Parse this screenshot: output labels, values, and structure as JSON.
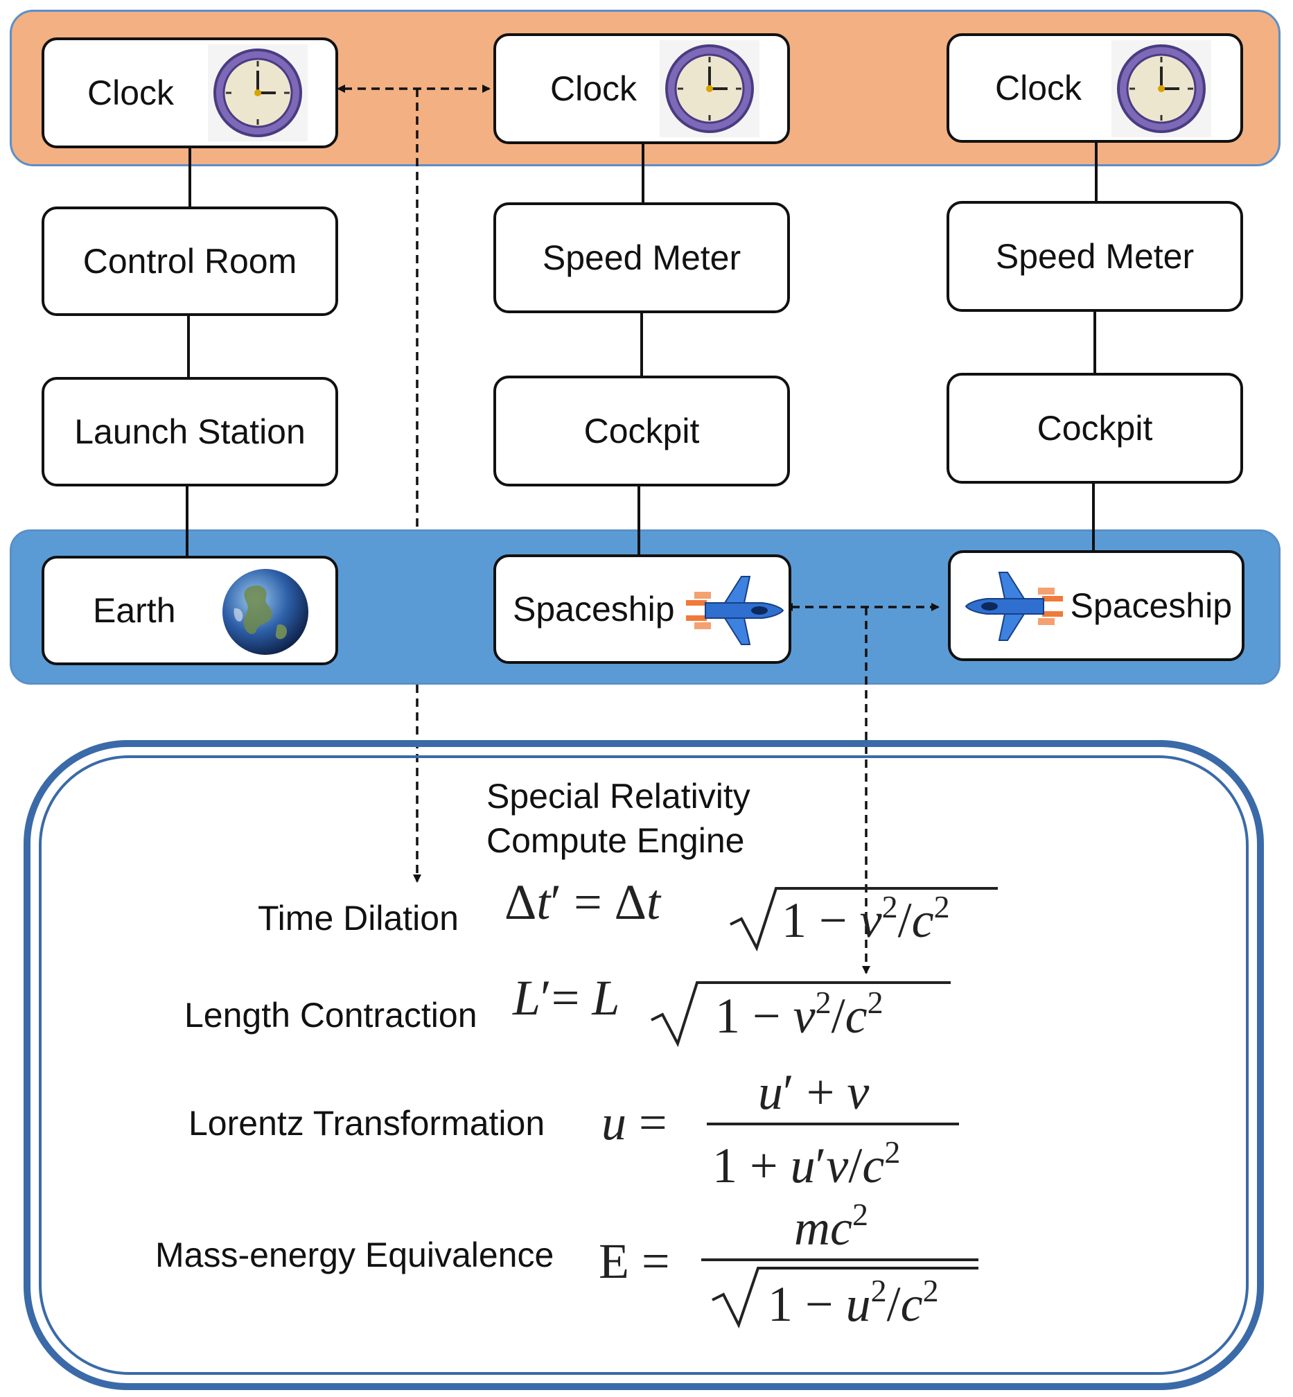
{
  "colors": {
    "band_top": "#f2b083",
    "band_bottom": "#5b9bd5",
    "engine_border": "#3a6aa8"
  },
  "top_row": {
    "clock1": {
      "label": "Clock",
      "icon": "clock-icon"
    },
    "clock2": {
      "label": "Clock",
      "icon": "clock-icon"
    },
    "clock3": {
      "label": "Clock",
      "icon": "clock-icon"
    }
  },
  "column1": {
    "mid": "Control Room",
    "low": "Launch Station",
    "base": "Earth",
    "base_icon": "earth-icon"
  },
  "column2": {
    "mid": "Speed Meter",
    "low": "Cockpit",
    "base": "Spaceship",
    "base_icon": "spaceship-icon"
  },
  "column3": {
    "mid": "Speed Meter",
    "low": "Cockpit",
    "base": "Spaceship",
    "base_icon": "spaceship-icon"
  },
  "engine": {
    "title_line1": "Special Relativity",
    "title_line2": "Compute Engine",
    "time_dilation": {
      "label": "Time Dilation",
      "formula": "Δt′ = Δt √(1 − v²/c²)"
    },
    "length_contraction": {
      "label": "Length Contraction",
      "formula": "L′ = L √(1 − v²/c²)"
    },
    "lorentz": {
      "label": "Lorentz Transformation",
      "formula": "u = (u′ + v) / (1 + u′v/c²)"
    },
    "mass_energy": {
      "label": "Mass-energy Equivalence",
      "formula": "E = mc² / √(1 − u²/c²)"
    }
  }
}
